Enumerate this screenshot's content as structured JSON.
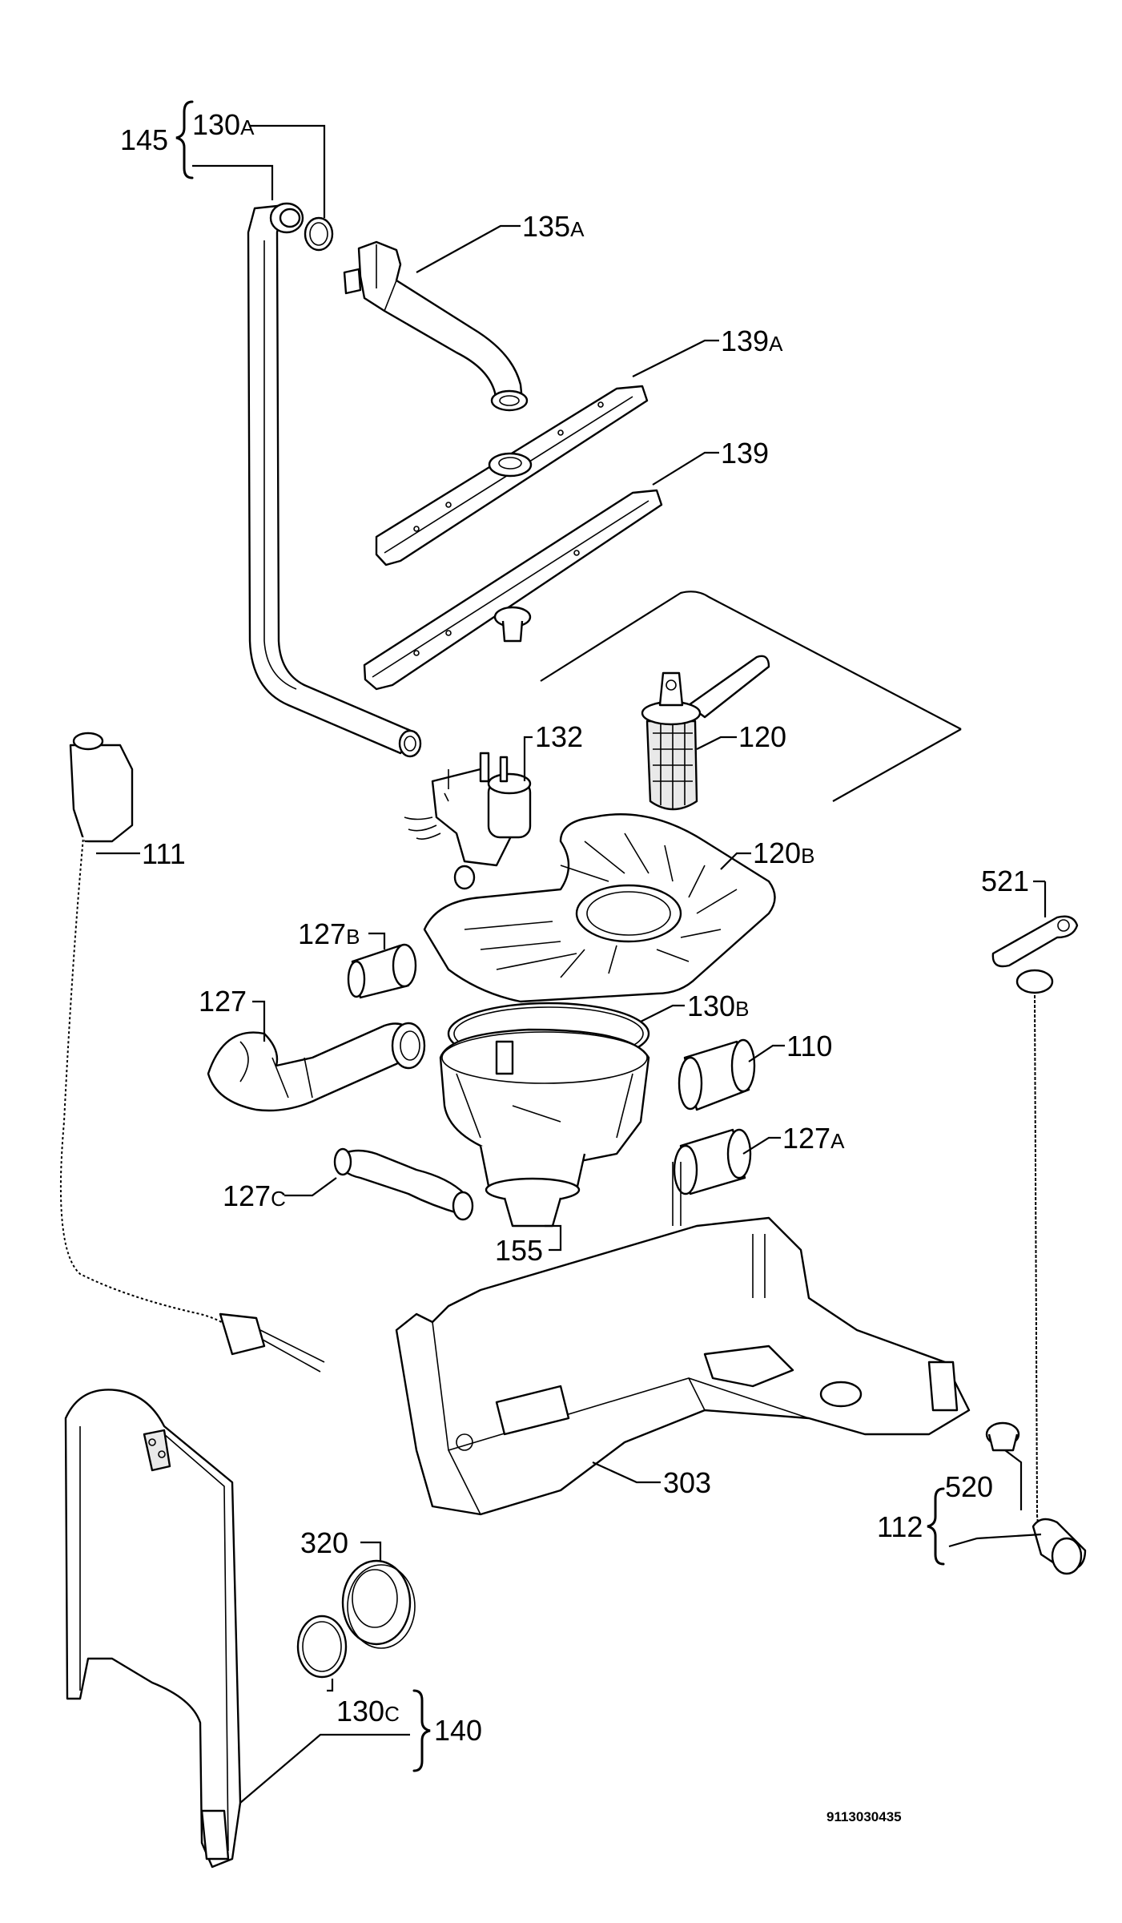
{
  "labels": {
    "p145": "145",
    "p130": "130",
    "p130_s": "A",
    "p135": "135",
    "p135_s": "A",
    "p139a": "139",
    "p139a_s": "A",
    "p139": "139",
    "p132": "132",
    "p120": "120",
    "p120b": "120",
    "p120b_s": "B",
    "p111": "111",
    "p521": "521",
    "p127b": "127",
    "p127b_s": "B",
    "p127": "127",
    "p130b": "130",
    "p130b_s": "B",
    "p110": "110",
    "p127a": "127",
    "p127a_s": "A",
    "p127c": "127",
    "p127c_s": "C",
    "p155": "155",
    "p303": "303",
    "p520": "520",
    "p112": "112",
    "p320": "320",
    "p130c": "130",
    "p130c_s": "C",
    "p140": "140"
  },
  "drawing_code": "9113030435"
}
